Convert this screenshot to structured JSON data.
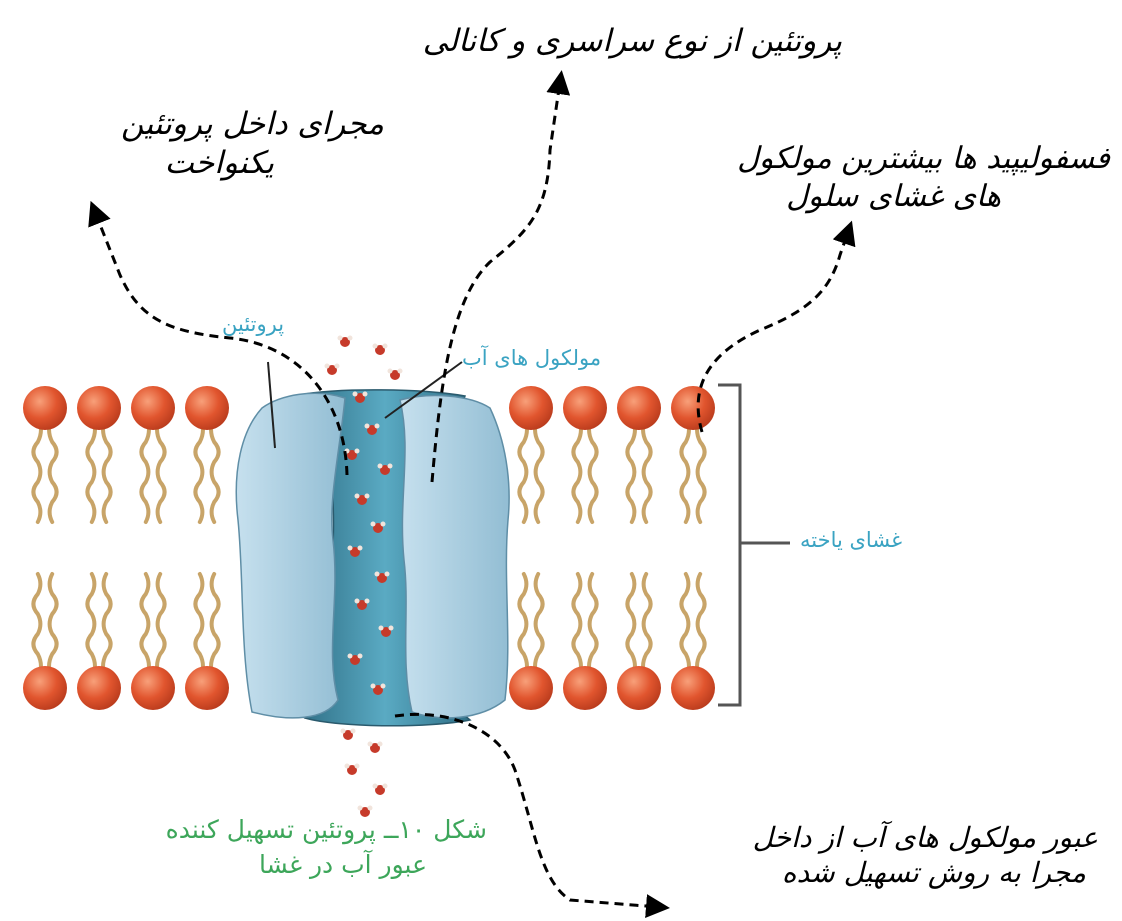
{
  "annotations": {
    "channel_protein": "پروتئین از نوع سراسری و کانالی",
    "protein_channel_line1": "مجرای داخل پروتئین",
    "protein_channel_line2": "یکنواخت",
    "phospholipid_line1": "فسفولیپید ها بیشترین مولکول",
    "phospholipid_line2": "های غشای سلول",
    "water_passage_line1": "عبور مولکول های آب از داخل",
    "water_passage_line2": "مجرا به روش تسهیل شده"
  },
  "figure_labels": {
    "protein": "پروتئین",
    "water_molecules": "مولکول های آب",
    "cell_membrane": "غشای یاخته"
  },
  "caption": {
    "line1": "شکل ۱۰ــ پروتئین تسهیل کننده",
    "line2": "عبور آب در غشا"
  },
  "colors": {
    "phospholipid_head": "#e1552e",
    "lipid_tail": "#c8a468",
    "protein": "#a9cde0",
    "channel": "#3f8fa8",
    "label_blue": "#3aa3c2",
    "caption_green": "#3da65a"
  }
}
